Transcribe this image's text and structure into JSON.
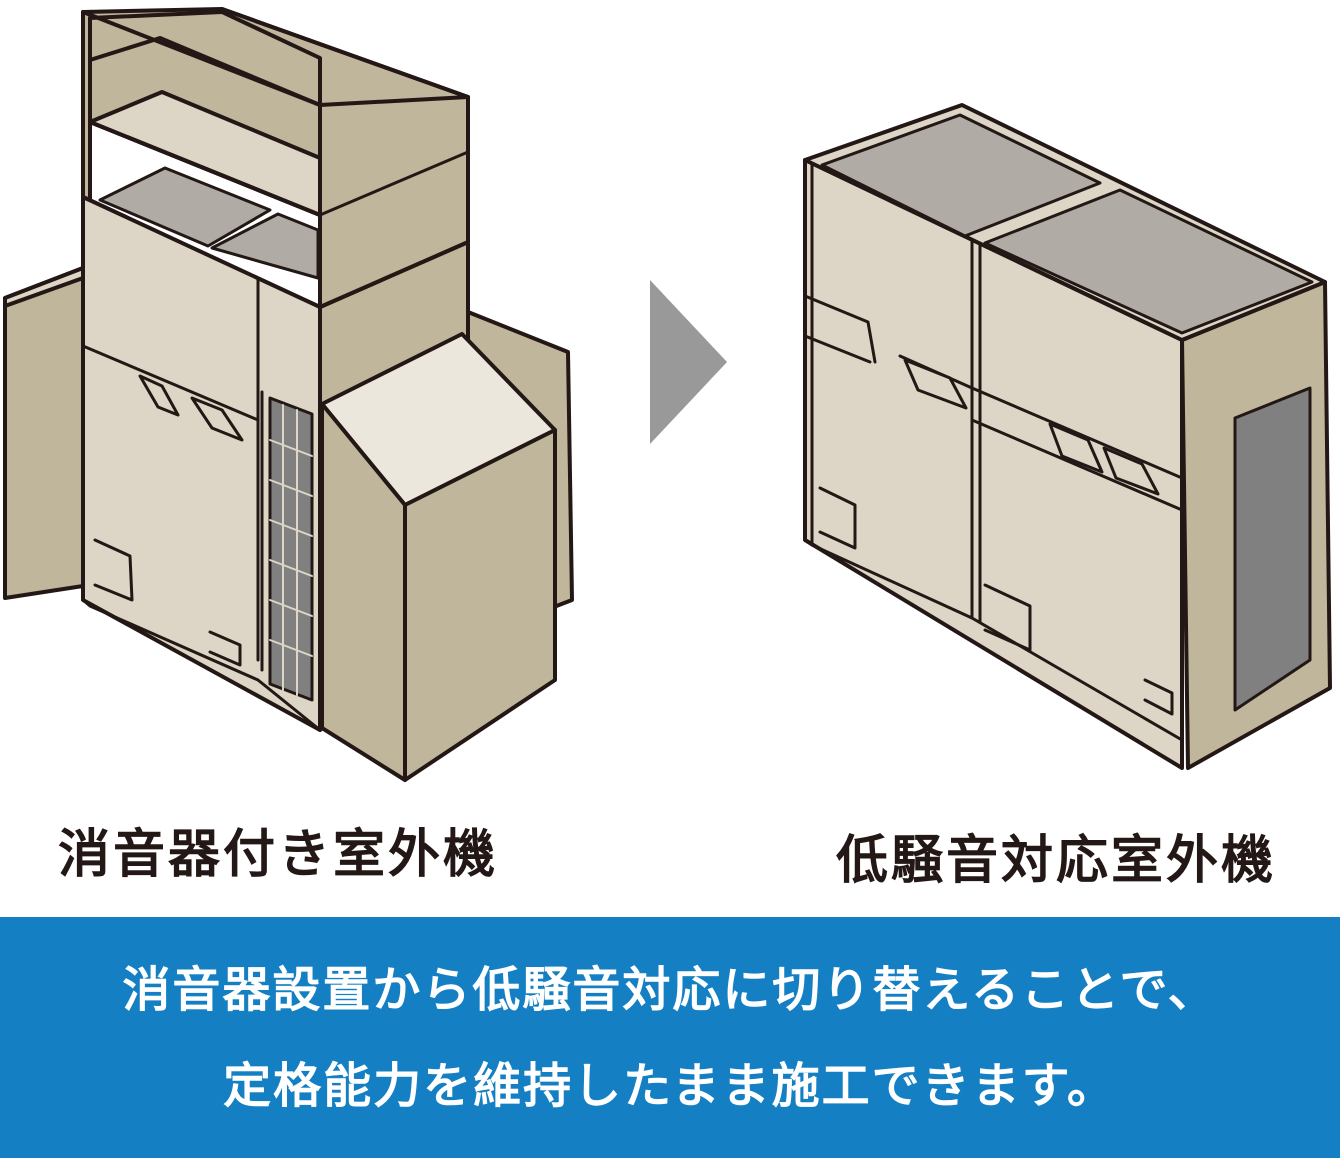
{
  "captions": {
    "left": "消音器付き室外機",
    "right": "低騒音対応室外機"
  },
  "banner": {
    "line1": "消音器設置から低騒音対応に切り替えることで、",
    "line2": "定格能力を維持したまま施工できます。"
  },
  "colors": {
    "panel_light": "#ddd6c6",
    "panel_dark": "#c0b69c",
    "top_gray": "#b0aca5",
    "vent_dark": "#808080",
    "arrow": "#999999",
    "banner": "#1480c3",
    "outline": "#231815"
  },
  "icons": {
    "arrow": "right-triangle-arrow-icon"
  }
}
